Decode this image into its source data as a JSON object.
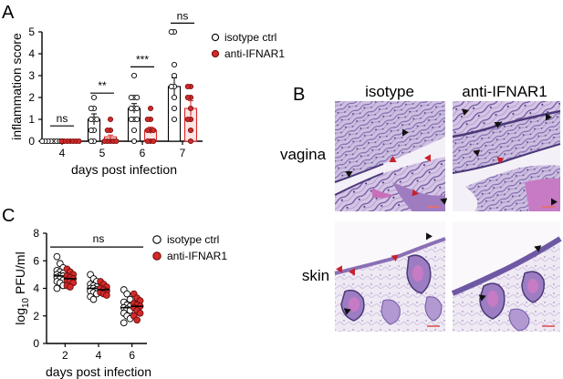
{
  "panels": {
    "a": "A",
    "b": "B",
    "c": "C"
  },
  "colors": {
    "isotype": "#ffffff",
    "ifnar": "#d42a2a",
    "ifnar_bar_fill": "#fde4e2",
    "histo_bg": "#f2eff5",
    "histo_tissue": "#8a6fb5",
    "histo_dark": "#4a3a7a",
    "histo_pink": "#d985c4",
    "arrow_black": "#111111",
    "arrow_red": "#c8202a"
  },
  "chart_data": [
    {
      "id": "A",
      "type": "bar",
      "ylabel": "inflammation score",
      "xlabel": "days post infection",
      "categories": [
        "4",
        "5",
        "6",
        "7"
      ],
      "ylim": [
        0,
        5
      ],
      "yticks": [
        "0",
        "1",
        "2",
        "3",
        "4",
        "5"
      ],
      "legend": [
        "isotype ctrl",
        "anti-IFNAR1"
      ],
      "significance": [
        "ns",
        "**",
        "***",
        "ns"
      ],
      "series": [
        {
          "name": "isotype ctrl",
          "values": [
            0,
            1.0,
            1.5,
            2.5
          ],
          "errors": [
            0,
            0.25,
            0.22,
            0.4
          ],
          "points": [
            [
              0,
              0,
              0,
              0,
              0,
              0,
              0,
              0
            ],
            [
              0,
              0,
              0.5,
              0.5,
              1,
              1,
              1,
              1.5,
              1.5,
              2
            ],
            [
              0,
              0.5,
              1,
              1,
              1,
              1.5,
              1.5,
              1.5,
              2,
              2,
              2,
              3
            ],
            [
              1,
              1.5,
              2,
              2.5,
              2.5,
              3,
              3.5,
              5,
              5
            ]
          ]
        },
        {
          "name": "anti-IFNAR1",
          "values": [
            0,
            0.2,
            0.5,
            1.5
          ],
          "errors": [
            0,
            0.08,
            0.15,
            0.35
          ],
          "points": [
            [
              0,
              0,
              0,
              0,
              0,
              0,
              0
            ],
            [
              0,
              0,
              0,
              0,
              0,
              0.5,
              0.5,
              1
            ],
            [
              0,
              0,
              0,
              0.5,
              0.5,
              0.5,
              1,
              1,
              1.5
            ],
            [
              0,
              0.5,
              1,
              1,
              1.5,
              2,
              2,
              2.5,
              2.5
            ]
          ]
        }
      ]
    },
    {
      "id": "C",
      "type": "scatter",
      "ylabel_prefix": "log",
      "ylabel_sub": "10",
      "ylabel_suffix": " PFU/ml",
      "xlabel": "days post infection",
      "categories": [
        "2",
        "4",
        "6"
      ],
      "ylim": [
        0,
        8
      ],
      "yticks": [
        "0",
        "2",
        "4",
        "6",
        "8"
      ],
      "legend": [
        "isotype ctrl",
        "anti-IFNAR1"
      ],
      "significance": "ns",
      "series": [
        {
          "name": "isotype ctrl",
          "means": [
            4.9,
            4.0,
            2.6
          ],
          "points": [
            [
              6.3,
              5.8,
              5.5,
              5.3,
              5.2,
              5.1,
              5.0,
              4.9,
              4.9,
              4.8,
              4.7,
              4.6,
              4.5,
              4.4,
              4.2,
              4.0
            ],
            [
              5.0,
              4.7,
              4.5,
              4.3,
              4.2,
              4.1,
              4.0,
              4.0,
              3.9,
              3.8,
              3.7,
              3.6,
              3.4,
              3.2
            ],
            [
              3.9,
              3.6,
              3.2,
              3.0,
              2.8,
              2.7,
              2.6,
              2.5,
              2.4,
              2.2,
              2.0,
              1.8,
              1.5
            ]
          ]
        },
        {
          "name": "anti-IFNAR1",
          "means": [
            4.7,
            3.9,
            2.7
          ],
          "points": [
            [
              5.4,
              5.2,
              5.0,
              4.9,
              4.8,
              4.7,
              4.6,
              4.5,
              4.4,
              4.2,
              4.1
            ],
            [
              4.5,
              4.3,
              4.1,
              4.0,
              3.9,
              3.8,
              3.7,
              3.6,
              3.5
            ],
            [
              3.6,
              3.3,
              3.1,
              2.9,
              2.8,
              2.7,
              2.6,
              2.4,
              2.2,
              2.0,
              1.7
            ]
          ]
        }
      ]
    }
  ],
  "histology": {
    "columns": [
      "isotype",
      "anti-IFNAR1"
    ],
    "rows": [
      "vagina",
      "skin"
    ]
  }
}
